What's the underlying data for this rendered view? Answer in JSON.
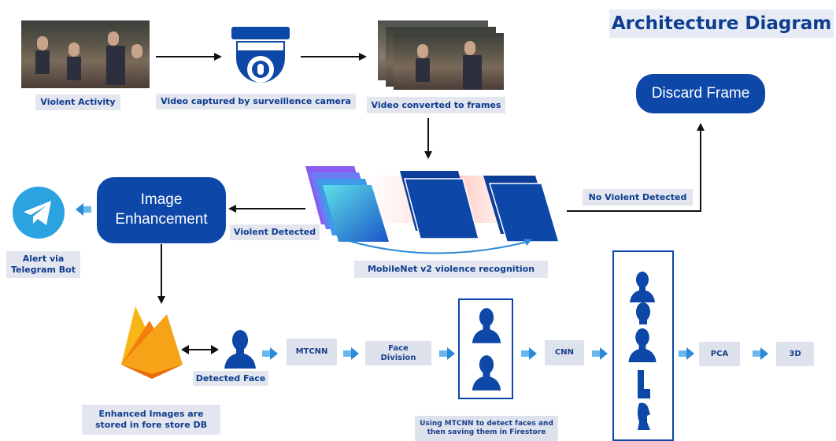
{
  "title": "Architecture Diagram",
  "labels": {
    "violent_activity": "Violent Activity",
    "video_captured": "Video captured by surveillence camera",
    "video_frames": "Video converted to frames",
    "discard_frame": "Discard Frame",
    "image_enhancement_line1": "Image",
    "image_enhancement_line2": "Enhancement",
    "no_violent": "No Violent  Detected",
    "violent_detected": "Violent  Detected",
    "alert_line1": "Alert via",
    "alert_line2": "Telegram Bot",
    "mobilenet": "MobileNet v2 violence recognition",
    "detected_face": "Detected Face",
    "enhanced_line1": "Enhanced Images are",
    "enhanced_line2": "stored in fore store  DB",
    "mtcnn": "MTCNN",
    "face_division_line1": "Face",
    "face_division_line2": "Division",
    "cnn": "CNN",
    "pca": "PCA",
    "three_d": "3D",
    "mtcnn_note_line1": "Using MTCNN to detect faces and",
    "mtcnn_note_line2": "then saving them in Firestore"
  },
  "colors": {
    "primary": "#0d47a8",
    "label_bg": "#e3e6ee",
    "label_text": "#0e3c8f",
    "arrow_blue": "#2a8ad8",
    "telegram": "#2aa3e0",
    "firebase_yellow": "#f6b617",
    "firebase_orange": "#f47d0b"
  },
  "icons": [
    "camera-icon",
    "telegram-icon",
    "firebase-icon",
    "face-icon",
    "arrow-icon"
  ]
}
